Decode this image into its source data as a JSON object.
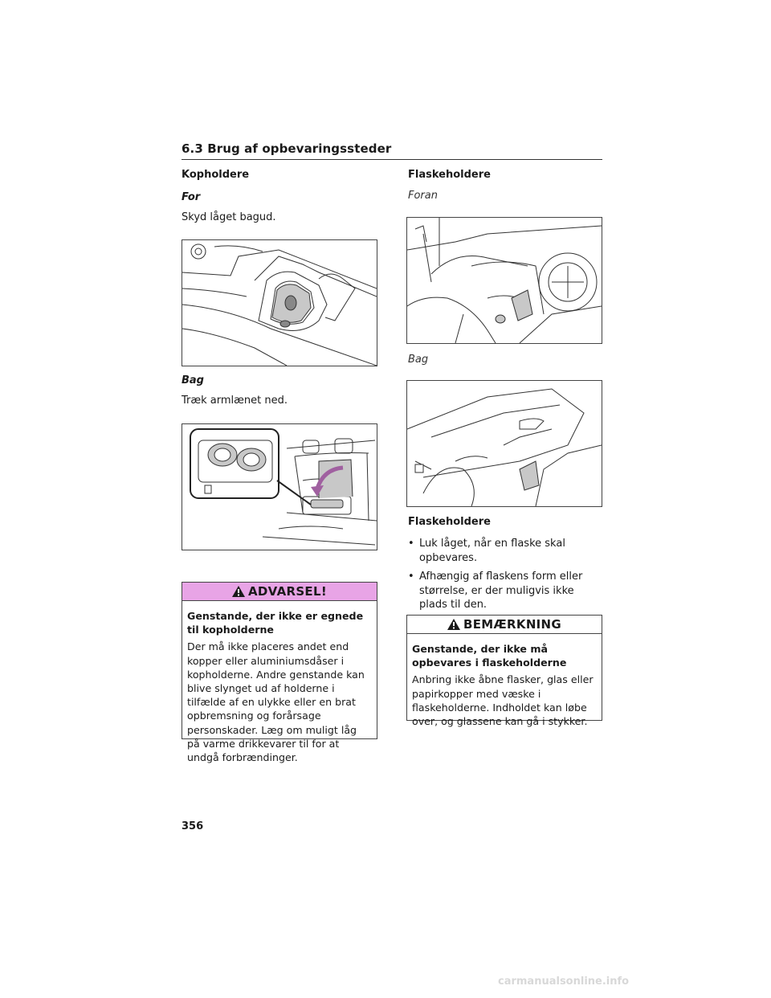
{
  "section_title": "6.3  Brug af opbevaringssteder",
  "left": {
    "heading": "Kopholdere",
    "sub_front": "For",
    "text_front": "Skyd låget bagud.",
    "sub_rear": "Bag",
    "text_rear": "Træk armlænet ned."
  },
  "warning": {
    "title": "ADVARSEL!",
    "subtitle": "Genstande, der ikke er egnede til kopholderne",
    "body": "Der må ikke placeres andet end kopper eller aluminiumsdåser i kopholderne. Andre genstande kan blive slynget ud af holderne i tilfælde af en ulykke eller en brat opbremsning og forårsage personskader. Læg om muligt låg på varme drikkevarer til for at undgå forbrændinger."
  },
  "right": {
    "heading": "Flaskeholdere",
    "sub_front": "Foran",
    "sub_rear": "Bag",
    "heading2": "Flaskeholdere",
    "bullets": [
      "Luk låget, når en flaske skal opbevares.",
      "Afhængig af flaskens form eller størrelse, er der muligvis ikke plads til den."
    ]
  },
  "notice": {
    "title": "BEMÆRKNING",
    "subtitle": "Genstande, der ikke må opbevares i flaskeholderne",
    "body": "Anbring ikke åbne flasker, glas eller papirkopper med væske i flaskeholderne. Indholdet kan løbe over, og glassene kan gå i stykker."
  },
  "page_number": "356",
  "footer": "carmanualsonline.info",
  "colors": {
    "warning_header": "#e8a4e6",
    "highlight_gray": "#c8c8c8"
  },
  "icons": {
    "warning": "warning-triangle-icon",
    "notice": "warning-triangle-icon"
  }
}
